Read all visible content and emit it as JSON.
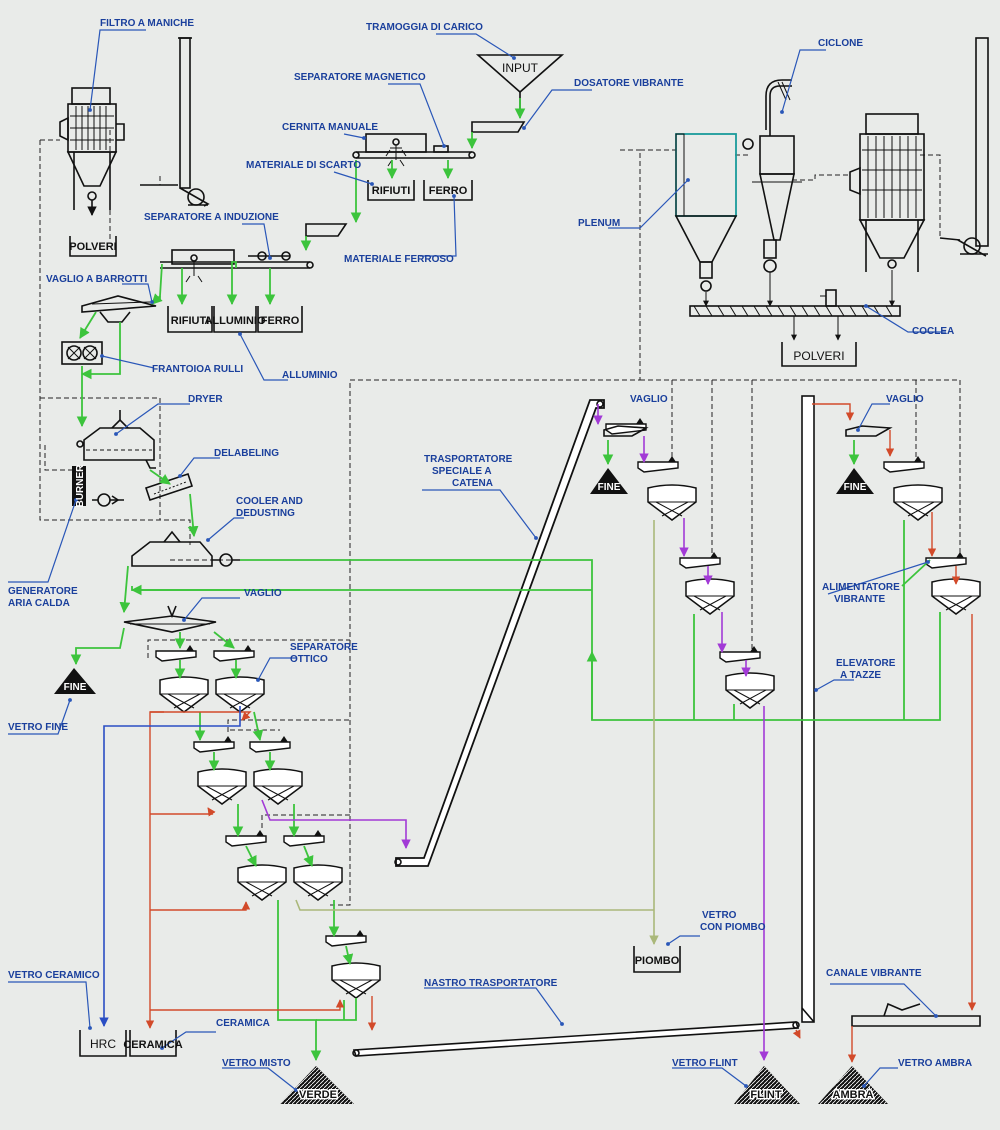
{
  "labels": {
    "filtro_a_maniche": "FILTRO A MANICHE",
    "tramoggia_di_carico": "TRAMOGGIA DI CARICO",
    "separatore_magnetico": "SEPARATORE MAGNETICO",
    "dosatore_vibrante": "DOSATORE VIBRANTE",
    "ciclone": "CICLONE",
    "cernita_manuale": "CERNITA MANUALE",
    "materiale_di_scarto": "MATERIALE DI SCARTO",
    "separatore_a_induzione": "SEPARATORE A INDUZIONE",
    "materiale_ferroso": "MATERIALE FERROSO",
    "plenum": "PLENUM",
    "vaglio_a_barrotti": "VAGLIO A BARROTTI",
    "frantoioa_rulli": "FRANTOIOA RULLI",
    "alluminio": "ALLUMINIO",
    "coclea": "COCLEA",
    "dryer": "DRYER",
    "delabeling": "DELABELING",
    "trasportatore_1": "TRASPORTATORE",
    "trasportatore_2": "SPECIALE A",
    "trasportatore_3": "CATENA",
    "cooler_1": "COOLER AND",
    "cooler_2": "DEDUSTING",
    "vaglio_main": "VAGLIO",
    "vaglio_flint": "VAGLIO",
    "vaglio_ambra": "VAGLIO",
    "generatore_1": "GENERATORE",
    "generatore_2": "ARIA CALDA",
    "separatore_ottico_1": "SEPARATORE",
    "separatore_ottico_2": "OTTICO",
    "alimentatore_1": "ALIMENTATORE",
    "alimentatore_2": "VIBRANTE",
    "elevatore_1": "ELEVATORE",
    "elevatore_2": "A TAZZE",
    "vetro_fine": "VETRO FINE",
    "vetro_con_piombo_1": "VETRO",
    "vetro_con_piombo_2": "CON PIOMBO",
    "vetro_ceramico": "VETRO CERAMICO",
    "nastro_trasportatore": "NASTRO TRASPORTATORE",
    "canale_vibrante": "CANALE VIBRANTE",
    "ceramica_label": "CERAMICA",
    "vetro_misto": "VETRO MISTO",
    "vetro_flint": "VETRO FLINT",
    "vetro_ambra": "VETRO AMBRA"
  },
  "equipment": {
    "input": "INPUT",
    "rifiuti_1": "RIFIUTI",
    "ferro_1": "FERRO",
    "rifiuti_2": "RIFIUTI",
    "alluminio_bin": "ALLUMINIO",
    "ferro_2": "FERRO",
    "polveri_left": "POLVERI",
    "polveri_right": "POLVERI",
    "burner": "BURNER",
    "fine_main": "FINE",
    "fine_flint": "FINE",
    "fine_ambra": "FINE",
    "piombo": "PIOMBO",
    "hrc": "HRC",
    "ceramica_bin": "CERAMICA",
    "verde": "VERDE",
    "flint": "FLINT",
    "ambra": "AMBRA"
  },
  "colors": {
    "background": "#e9ebe9",
    "label_text": "#1a3f9c",
    "glass_green": "#3cc43c",
    "reject_red": "#d24a2a",
    "flint_purple": "#a23ad6",
    "lead_olive": "#aab87a",
    "ceramic_blue": "#2a4ec4"
  }
}
